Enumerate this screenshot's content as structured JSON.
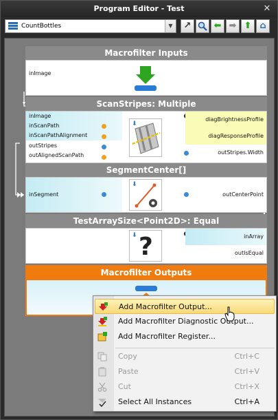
{
  "window": {
    "title": "Program Editor - Test"
  },
  "toolbar": {
    "program_selector": "CountBottles",
    "buttons": [
      "external-link-icon",
      "search-icon",
      "arrow-left-icon",
      "arrow-right-icon",
      "arrow-up-icon",
      "home-icon"
    ]
  },
  "blocks": {
    "inputs": {
      "title": "Macrofilter Inputs",
      "ports": [
        "inImage"
      ]
    },
    "scan": {
      "title": "ScanStripes: Multiple",
      "inputs": [
        "inImage",
        "inScanPath",
        "inScanPathAlignment"
      ],
      "outputs_left": [
        "outStripes",
        "outAlignedScanPath"
      ],
      "outputs_right": [
        "diagBrightnessProfile",
        "diagResponseProfile",
        "outStripes.Width"
      ]
    },
    "segment": {
      "title": "SegmentCenter[]",
      "input": "inSegment",
      "output": "outCenterPoint"
    },
    "test": {
      "title": "TestArraySize<Point2D>: Equal",
      "outputs": [
        "inArray",
        "outIsEqual"
      ]
    },
    "outputs": {
      "title": "Macrofilter Outputs"
    }
  },
  "context_menu": {
    "items": [
      {
        "label": "Add Macrofilter Output...",
        "shortcut": "",
        "enabled": true,
        "highlighted": true
      },
      {
        "label": "Add Macrofilter Diagnostic Output...",
        "shortcut": "",
        "enabled": true
      },
      {
        "label": "Add Macrofilter Register...",
        "shortcut": "",
        "enabled": true
      },
      {
        "label": "Copy",
        "shortcut": "Ctrl+C",
        "enabled": false
      },
      {
        "label": "Paste",
        "shortcut": "Ctrl+V",
        "enabled": false
      },
      {
        "label": "Cut",
        "shortcut": "Ctrl+X",
        "enabled": false
      },
      {
        "label": "Select All Instances",
        "shortcut": "Ctrl+A",
        "enabled": true
      }
    ]
  },
  "colors": {
    "orange_header": "#f07c10",
    "gray_header": "#8a8a8a",
    "highlight": "#f8d978"
  }
}
